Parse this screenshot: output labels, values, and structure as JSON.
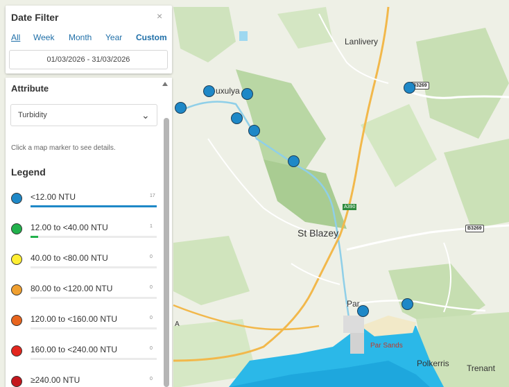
{
  "date_filter": {
    "title": "Date Filter",
    "close_symbol": "×",
    "tabs": [
      "All",
      "Week",
      "Month",
      "Year",
      "Custom"
    ],
    "active_tab": "Custom",
    "date_range": "01/03/2026 - 31/03/2026"
  },
  "attribute": {
    "label": "Attribute",
    "selected": "Turbidity",
    "hint": "Click a map marker to see details."
  },
  "legend": {
    "title": "Legend",
    "items": [
      {
        "label": "<12.00 NTU",
        "count": "17",
        "color": "#1e88c7",
        "fraction": 1.0
      },
      {
        "label": "12.00 to <40.00 NTU",
        "count": "1",
        "color": "#22b14c",
        "fraction": 0.06
      },
      {
        "label": "40.00 to <80.00 NTU",
        "count": "0",
        "color": "#ffee33",
        "fraction": 0
      },
      {
        "label": "80.00 to <120.00 NTU",
        "count": "0",
        "color": "#f0a030",
        "fraction": 0
      },
      {
        "label": "120.00 to <160.00 NTU",
        "count": "0",
        "color": "#e8651e",
        "fraction": 0
      },
      {
        "label": "160.00 to <240.00 NTU",
        "count": "0",
        "color": "#e3261e",
        "fraction": 0
      },
      {
        "label": "≥240.00 NTU",
        "count": "0",
        "color": "#c4161c",
        "fraction": 0
      }
    ]
  },
  "map": {
    "places": [
      "Lanlivery",
      "Luxulyan",
      "St Blazey",
      "Par",
      "Par Sands",
      "Polkerris",
      "Trenant",
      "A"
    ],
    "roads": [
      "B3269",
      "B3269",
      "A390"
    ],
    "marker_color": "#1e88c7"
  }
}
